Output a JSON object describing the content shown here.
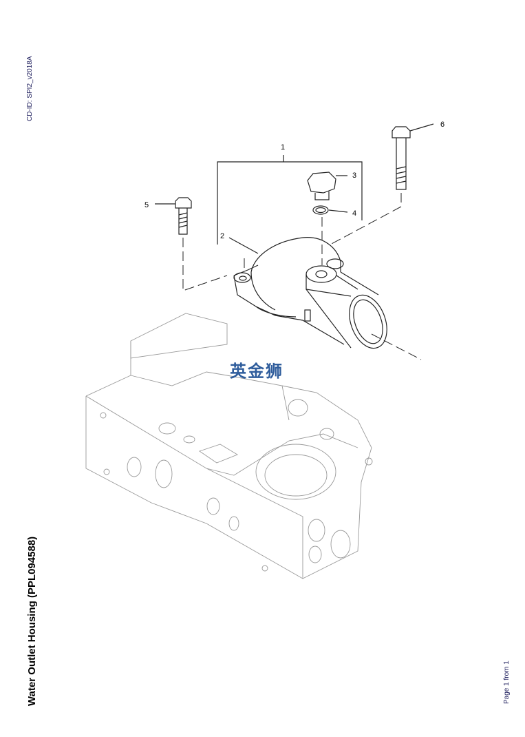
{
  "document": {
    "cd_id": "CD-ID: SPI2_v2018A",
    "title": "Water Outlet Housing (PPL094588)",
    "page": "Page 1 from 1",
    "watermark": "英金狮"
  },
  "callouts": [
    "1",
    "2",
    "3",
    "4",
    "5",
    "6"
  ]
}
